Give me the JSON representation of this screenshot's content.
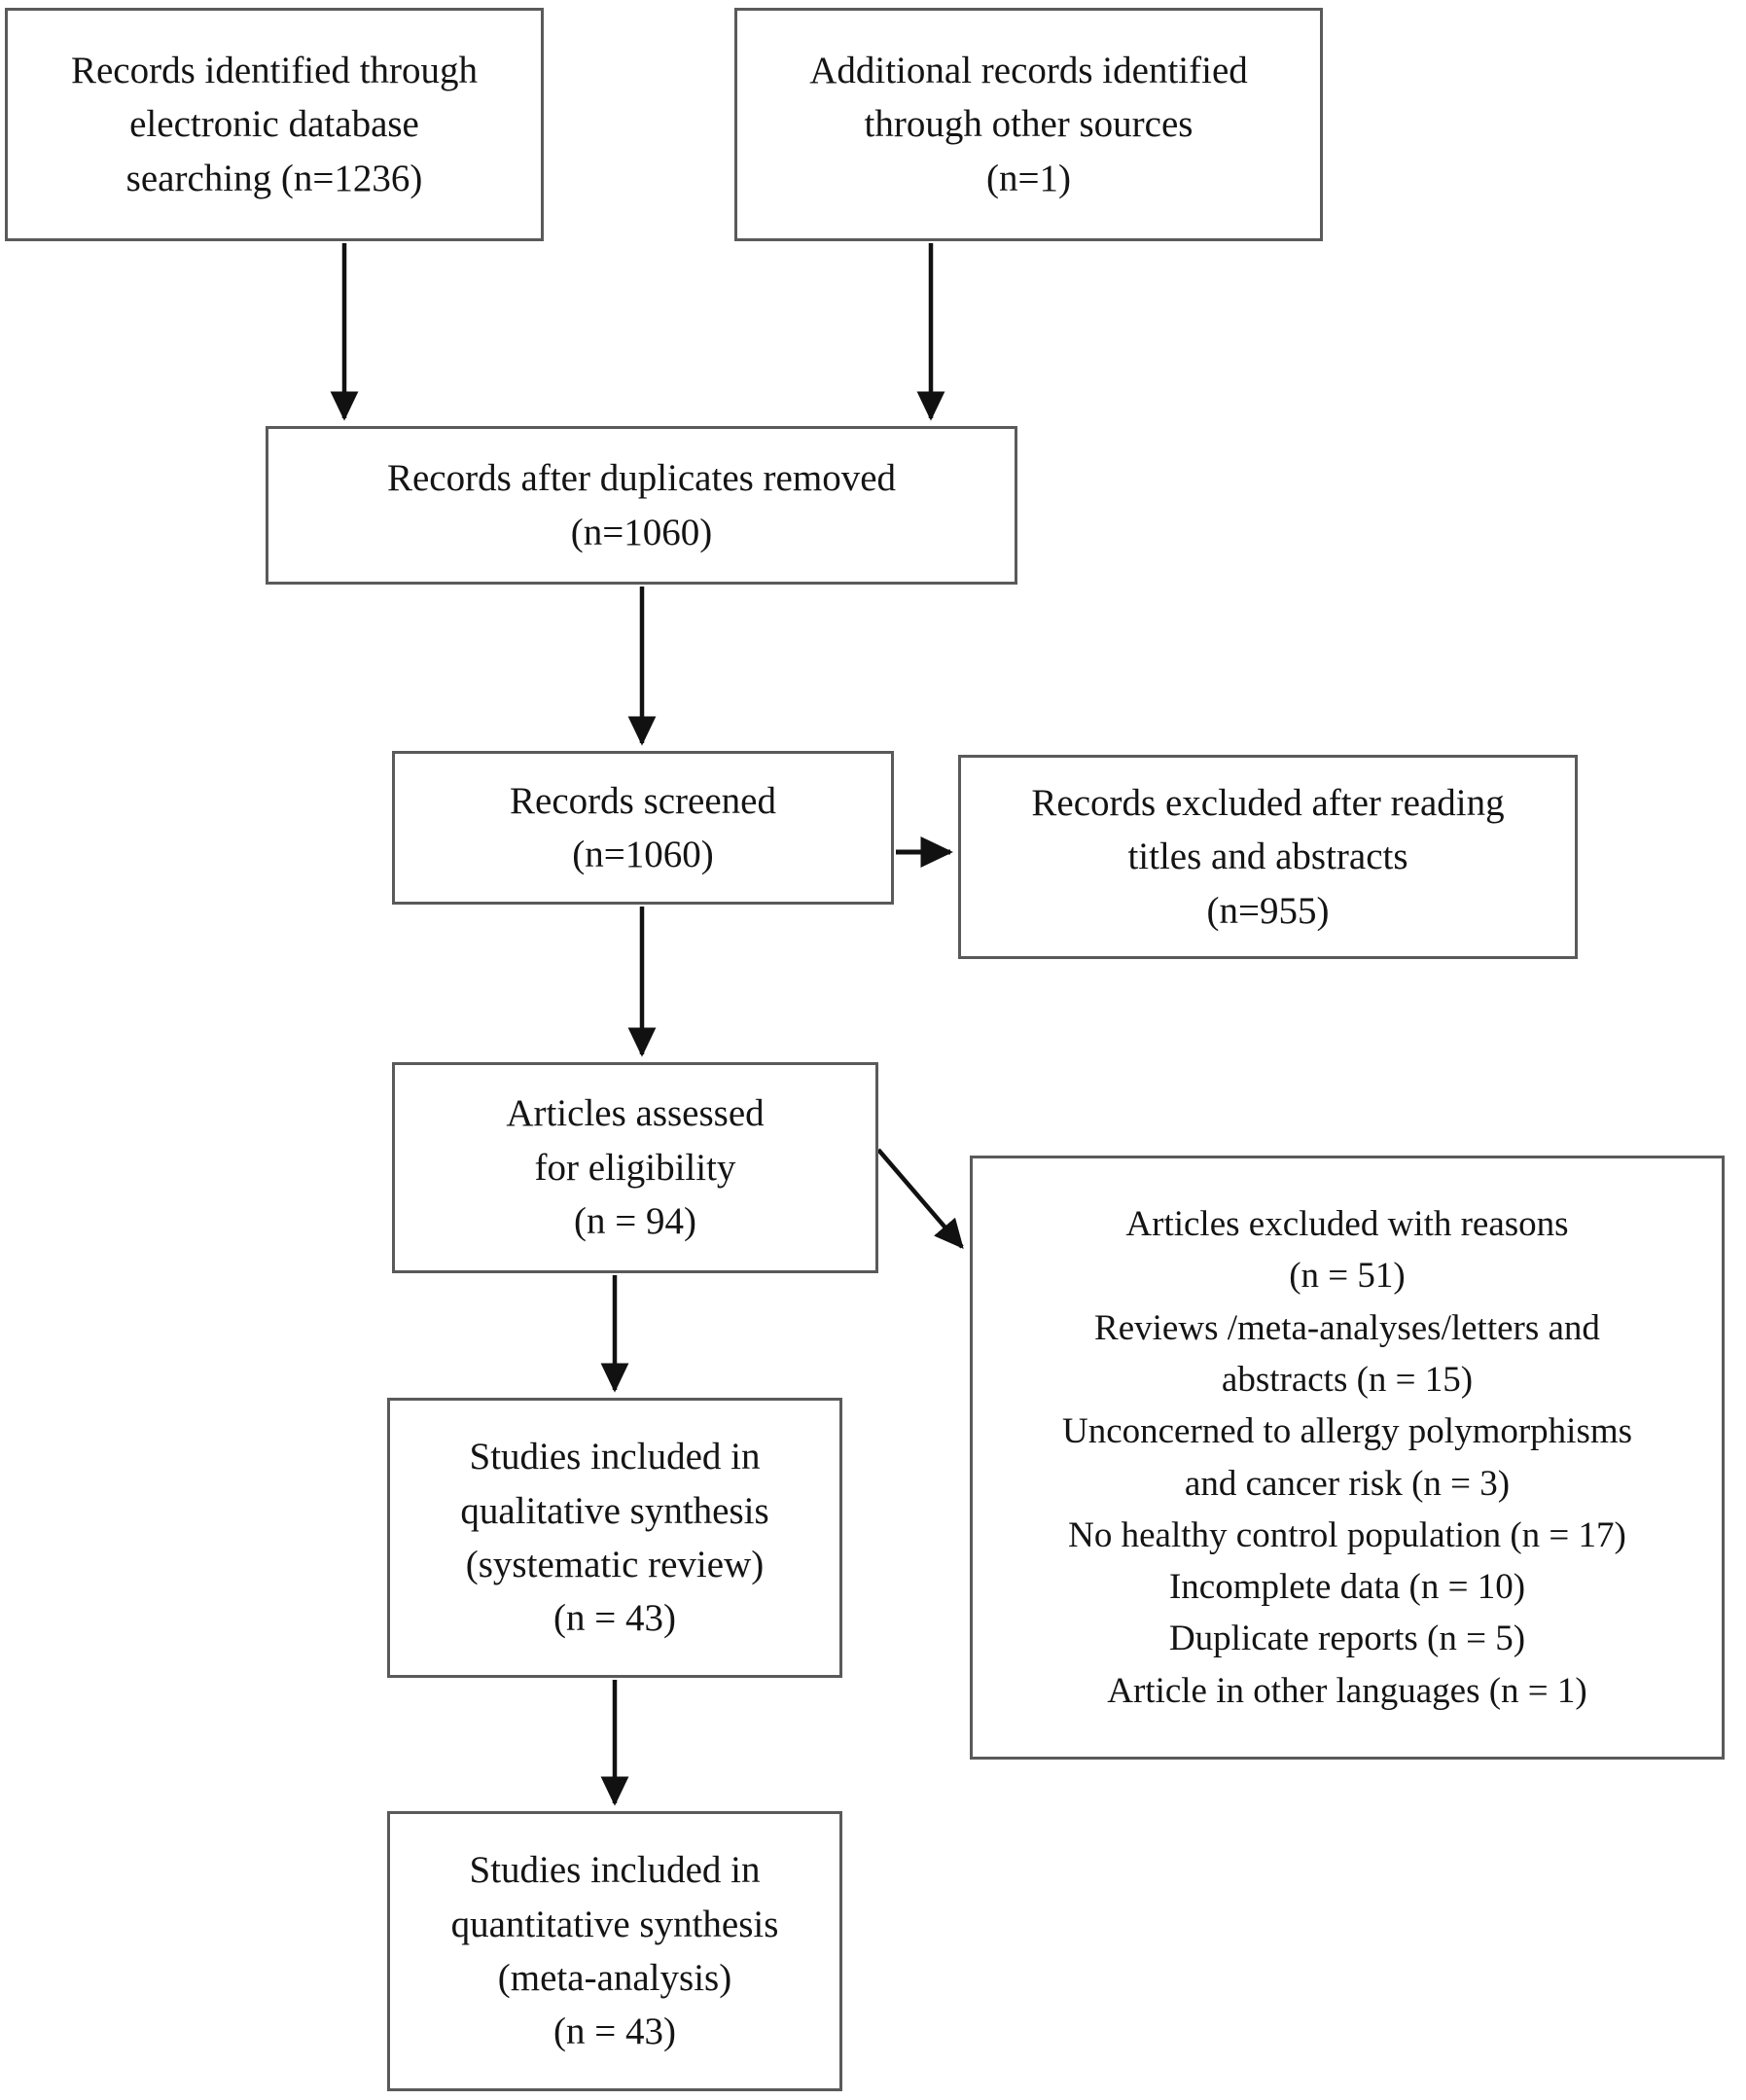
{
  "diagram": {
    "type": "prisma-flow-diagram",
    "stroke_color": "#5a5a5a",
    "text_color": "#141414",
    "background_color": "#ffffff",
    "nodes": [
      {
        "id": "identified",
        "name": "records-identified-box",
        "lines": [
          "Records identified through",
          "electronic database",
          "searching (n=1236)"
        ],
        "count": 1236
      },
      {
        "id": "additional",
        "name": "additional-records-box",
        "lines": [
          "Additional records identified",
          "through other sources",
          "(n=1)"
        ],
        "count": 1
      },
      {
        "id": "dedup",
        "name": "records-after-duplicates-box",
        "lines": [
          "Records after duplicates removed",
          "(n=1060)"
        ],
        "count": 1060
      },
      {
        "id": "screened",
        "name": "records-screened-box",
        "lines": [
          "Records screened",
          "(n=1060)"
        ],
        "count": 1060
      },
      {
        "id": "records_excluded",
        "name": "records-excluded-box",
        "lines": [
          "Records excluded after reading",
          "titles and abstracts",
          "(n=955)"
        ],
        "count": 955
      },
      {
        "id": "eligibility",
        "name": "articles-assessed-box",
        "lines": [
          "Articles assessed",
          "for eligibility",
          "(n = 94)"
        ],
        "count": 94
      },
      {
        "id": "articles_excluded",
        "name": "articles-excluded-reasons-box",
        "lines": [
          "Articles excluded with reasons",
          "(n = 51)",
          "Reviews /meta-analyses/letters and",
          "abstracts (n = 15)",
          "Unconcerned to allergy polymorphisms",
          "and cancer risk (n = 3)",
          "No healthy control population (n = 17)",
          "Incomplete data (n = 10)",
          "Duplicate reports (n = 5)",
          "Article in other languages (n = 1)"
        ],
        "count": 51,
        "reasons": [
          {
            "label": "Reviews /meta-analyses/letters and abstracts",
            "n": 15
          },
          {
            "label": "Unconcerned to allergy polymorphisms and cancer risk",
            "n": 3
          },
          {
            "label": "No healthy control population",
            "n": 17
          },
          {
            "label": "Incomplete data",
            "n": 10
          },
          {
            "label": "Duplicate reports",
            "n": 5
          },
          {
            "label": "Article in other languages",
            "n": 1
          }
        ]
      },
      {
        "id": "qualitative",
        "name": "studies-qualitative-box",
        "lines": [
          "Studies included in",
          "qualitative synthesis",
          "(systematic review)",
          "(n = 43)"
        ],
        "count": 43
      },
      {
        "id": "quantitative",
        "name": "studies-quantitative-box",
        "lines": [
          "Studies included in",
          "quantitative synthesis",
          "(meta-analysis)",
          "(n = 43)"
        ],
        "count": 43
      }
    ],
    "edges": [
      {
        "from": "identified",
        "to": "dedup",
        "kind": "vertical-arrow"
      },
      {
        "from": "additional",
        "to": "dedup",
        "kind": "vertical-arrow"
      },
      {
        "from": "dedup",
        "to": "screened",
        "kind": "vertical-arrow"
      },
      {
        "from": "screened",
        "to": "records_excluded",
        "kind": "horizontal-arrow"
      },
      {
        "from": "screened",
        "to": "eligibility",
        "kind": "vertical-arrow"
      },
      {
        "from": "eligibility",
        "to": "articles_excluded",
        "kind": "diagonal-arrow"
      },
      {
        "from": "eligibility",
        "to": "qualitative",
        "kind": "vertical-arrow"
      },
      {
        "from": "qualitative",
        "to": "quantitative",
        "kind": "vertical-arrow"
      }
    ]
  }
}
